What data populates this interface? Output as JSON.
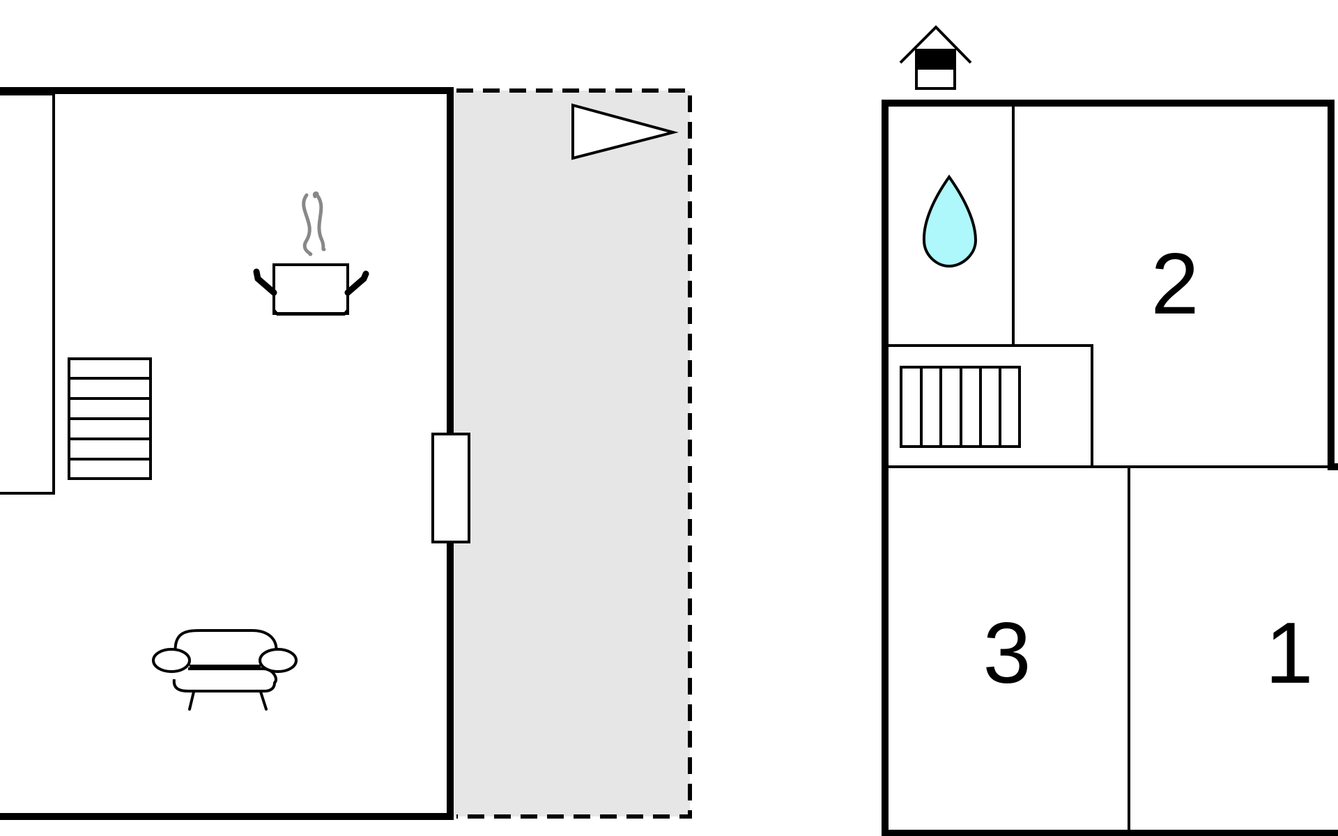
{
  "floor_plan": {
    "background_color": "#ffffff",
    "wall_color": "#000000",
    "terrace_color": "#e6e6e6",
    "water_color": "#aef7fb",
    "steam_color": "#888888",
    "ground_floor": {
      "icons": [
        "cooking-pot-icon",
        "sofa-icon",
        "staircase-icon",
        "door-icon",
        "terrace-arrow-icon"
      ]
    },
    "upper_floor": {
      "rooms": [
        {
          "number": "2",
          "kind": "bedroom"
        },
        {
          "number": "3",
          "kind": "bedroom"
        },
        {
          "number": "1",
          "kind": "bedroom"
        }
      ],
      "icons": [
        "water-drop-icon",
        "staircase-icon",
        "entrance-icon"
      ]
    }
  }
}
